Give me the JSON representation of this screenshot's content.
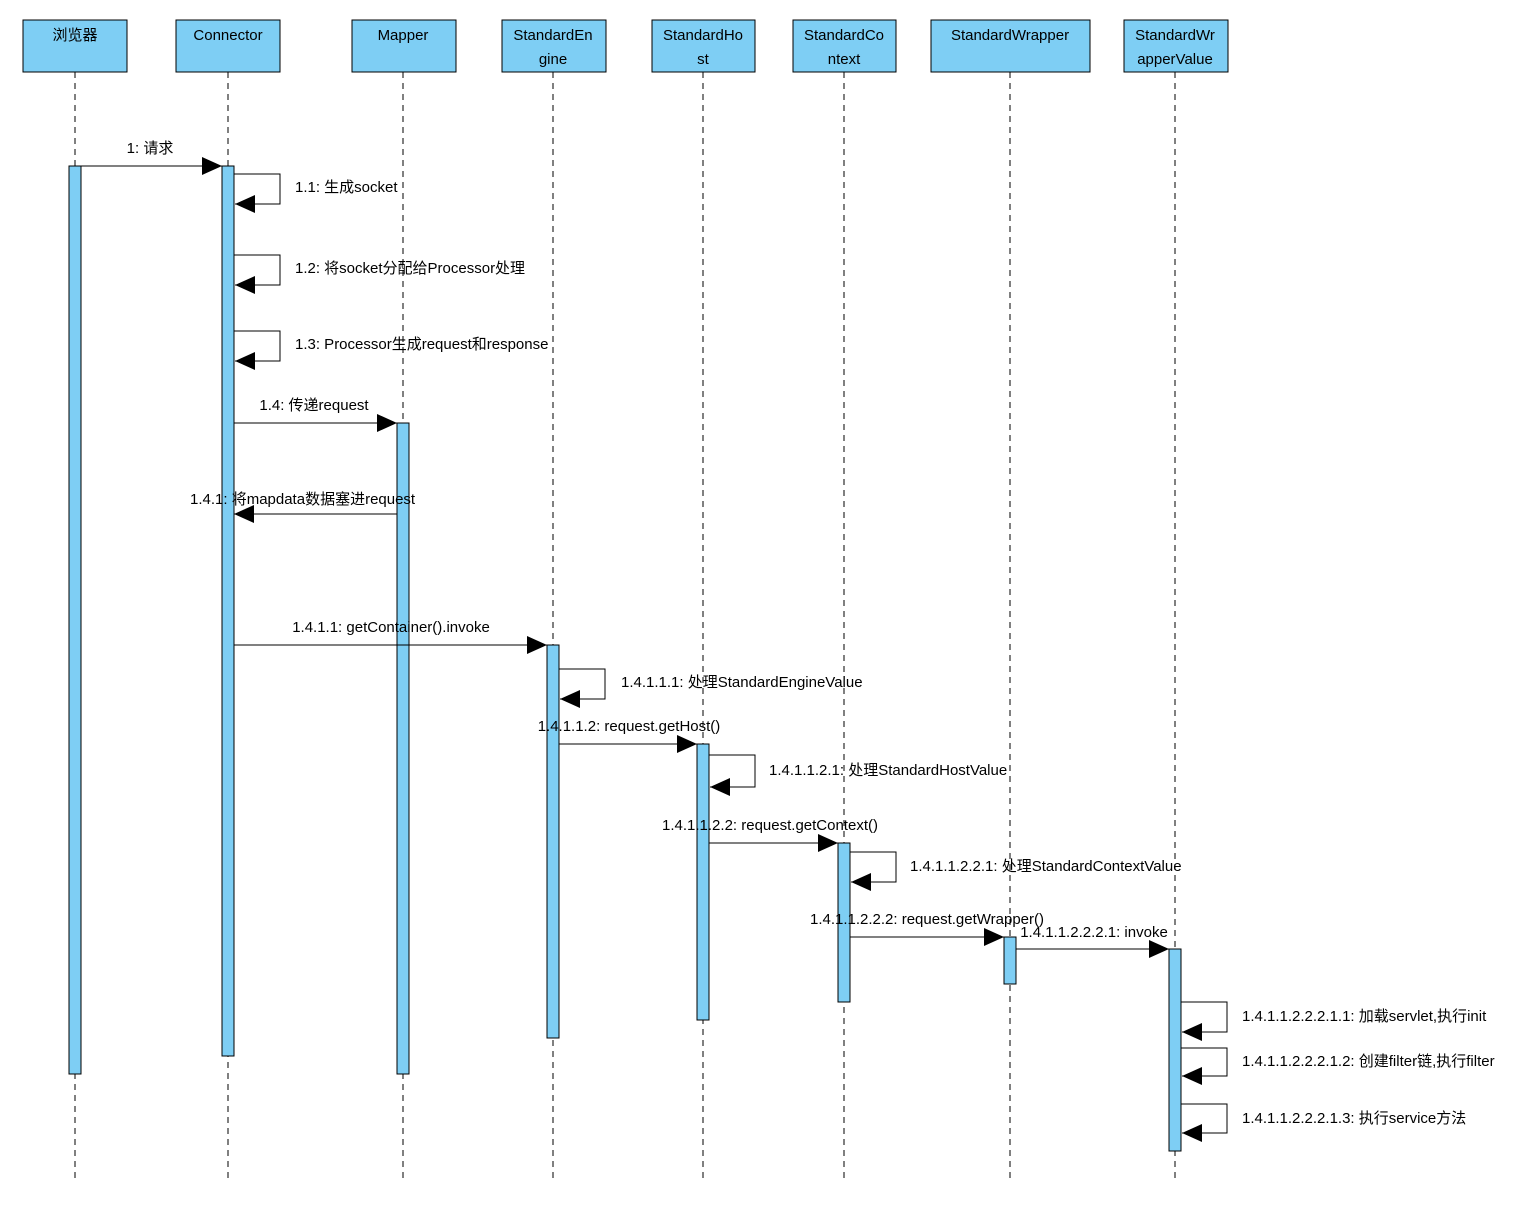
{
  "colors": {
    "box_fill": "#7ecef4",
    "stroke": "#000000",
    "background": "#ffffff"
  },
  "participants": [
    {
      "id": "browser",
      "lines": [
        "浏览器"
      ]
    },
    {
      "id": "connector",
      "lines": [
        "Connector"
      ]
    },
    {
      "id": "mapper",
      "lines": [
        "Mapper"
      ]
    },
    {
      "id": "engine",
      "lines": [
        "StandardEn",
        "gine"
      ]
    },
    {
      "id": "host",
      "lines": [
        "StandardHo",
        "st"
      ]
    },
    {
      "id": "context",
      "lines": [
        "StandardCo",
        "ntext"
      ]
    },
    {
      "id": "wrapper",
      "lines": [
        "StandardWrapper"
      ]
    },
    {
      "id": "wrappervalue",
      "lines": [
        "StandardWr",
        "apperValue"
      ]
    }
  ],
  "messages": [
    {
      "id": "m1",
      "label": "1: 请求",
      "from": "browser",
      "to": "connector",
      "kind": "call"
    },
    {
      "id": "m1-1",
      "label": "1.1: 生成socket",
      "from": "connector",
      "to": "connector",
      "kind": "self"
    },
    {
      "id": "m1-2",
      "label": "1.2: 将socket分配给Processor处理",
      "from": "connector",
      "to": "connector",
      "kind": "self"
    },
    {
      "id": "m1-3",
      "label": "1.3: Processor生成request和response",
      "from": "connector",
      "to": "connector",
      "kind": "self"
    },
    {
      "id": "m1-4",
      "label": "1.4: 传递request",
      "from": "connector",
      "to": "mapper",
      "kind": "call"
    },
    {
      "id": "m1-4-1",
      "label": "1.4.1: 将mapdata数据塞进request",
      "from": "mapper",
      "to": "connector",
      "kind": "return"
    },
    {
      "id": "m1-4-1-1",
      "label": "1.4.1.1: getContainer().invoke",
      "from": "connector",
      "to": "engine",
      "kind": "call"
    },
    {
      "id": "m1-4-1-1-1",
      "label": "1.4.1.1.1: 处理StandardEngineValue",
      "from": "engine",
      "to": "engine",
      "kind": "self"
    },
    {
      "id": "m1-4-1-1-2",
      "label": "1.4.1.1.2: request.getHost()",
      "from": "engine",
      "to": "host",
      "kind": "call"
    },
    {
      "id": "m1-4-1-1-2-1",
      "label": "1.4.1.1.2.1: 处理StandardHostValue",
      "from": "host",
      "to": "host",
      "kind": "self"
    },
    {
      "id": "m1-4-1-1-2-2",
      "label": "1.4.1.1.2.2: request.getContext()",
      "from": "host",
      "to": "context",
      "kind": "call"
    },
    {
      "id": "m1-4-1-1-2-2-1",
      "label": "1.4.1.1.2.2.1: 处理StandardContextValue",
      "from": "context",
      "to": "context",
      "kind": "self"
    },
    {
      "id": "m1-4-1-1-2-2-2",
      "label": "1.4.1.1.2.2.2: request.getWrapper()",
      "from": "context",
      "to": "wrapper",
      "kind": "call"
    },
    {
      "id": "m1-4-1-1-2-2-2-1",
      "label": "1.4.1.1.2.2.2.1: invoke",
      "from": "wrapper",
      "to": "wrappervalue",
      "kind": "call"
    },
    {
      "id": "m1-4-1-1-2-2-2-1-1",
      "label": "1.4.1.1.2.2.2.1.1: 加载servlet,执行init",
      "from": "wrappervalue",
      "to": "wrappervalue",
      "kind": "self"
    },
    {
      "id": "m1-4-1-1-2-2-2-1-2",
      "label": "1.4.1.1.2.2.2.1.2: 创建filter链,执行filter",
      "from": "wrappervalue",
      "to": "wrappervalue",
      "kind": "self"
    },
    {
      "id": "m1-4-1-1-2-2-2-1-3",
      "label": "1.4.1.1.2.2.2.1.3: 执行service方法",
      "from": "wrappervalue",
      "to": "wrappervalue",
      "kind": "self"
    }
  ]
}
